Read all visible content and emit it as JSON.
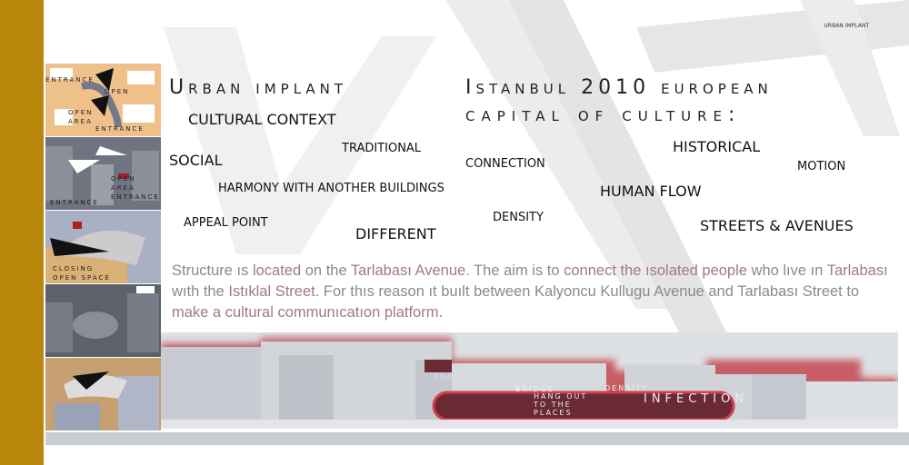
{
  "corner_label": "URBAN IMPLANT",
  "title_left": "Urban implant",
  "title_right_1": "Istanbul 2010 european",
  "title_right_2": "capital of culture:",
  "keywords": {
    "cultural_context": "CULTURAL CONTEXT",
    "traditional": "TRADITIONAL",
    "social": "SOCIAL",
    "harmony": "HARMONY WITH ANOTHER BUILDINGS",
    "appeal": "APPEAL POINT",
    "different": "DIFFERENT",
    "connection": "CONNECTION",
    "historical": "HISTORICAL",
    "motion": "MOTION",
    "human_flow": "HUMAN FLOW",
    "density": "DENSITY",
    "streets": "STREETS &  AVENUES"
  },
  "paragraph": [
    {
      "t": "Structure ıs ",
      "h": false
    },
    {
      "t": "located",
      "h": true
    },
    {
      "t": " on the ",
      "h": false
    },
    {
      "t": "Tarlabası Avenue",
      "h": true
    },
    {
      "t": ". The aim is to ",
      "h": false
    },
    {
      "t": "connect the ısolated people",
      "h": true
    },
    {
      "t": " who lıve ın ",
      "h": false
    },
    {
      "t": "Tarlabası",
      "h": true
    },
    {
      "t": " wıth the ",
      "h": false
    },
    {
      "t": "Istıklal Street",
      "h": true
    },
    {
      "t": ". For thıs reason ıt buılt between Kalyoncu Kullugu Avenue and Tarlabası Street to ",
      "h": false
    },
    {
      "t": "make a cultural communıcatıon platform.",
      "h": true
    }
  ],
  "thumb_labels": {
    "t1_entrance_a": "ENTRANCE",
    "t1_open": "OPEN",
    "t1_open2": "OPEN",
    "t1_area": "AREA",
    "t1_entrance_b": "ENTRANCE",
    "t2_open": "OPEN",
    "t2_area": "AREA",
    "t2_entrance": "ENTRANCE",
    "t2_entrance_b": "ENTRANCE",
    "t3_closing": "CLOSING",
    "t3_open_space": "OPEN SPACE"
  },
  "section_labels": {
    "transparency": "TRANSPARENCY",
    "bridge": "BRIDGE",
    "hang_out": "HANG OUT",
    "to_the": "TO THE",
    "places": "PLACES",
    "density": "DENSITY",
    "infection": "INFECTION"
  },
  "colors": {
    "accent": "#b8860b",
    "highlight": "#a07a84",
    "glow": "#c0303a"
  }
}
